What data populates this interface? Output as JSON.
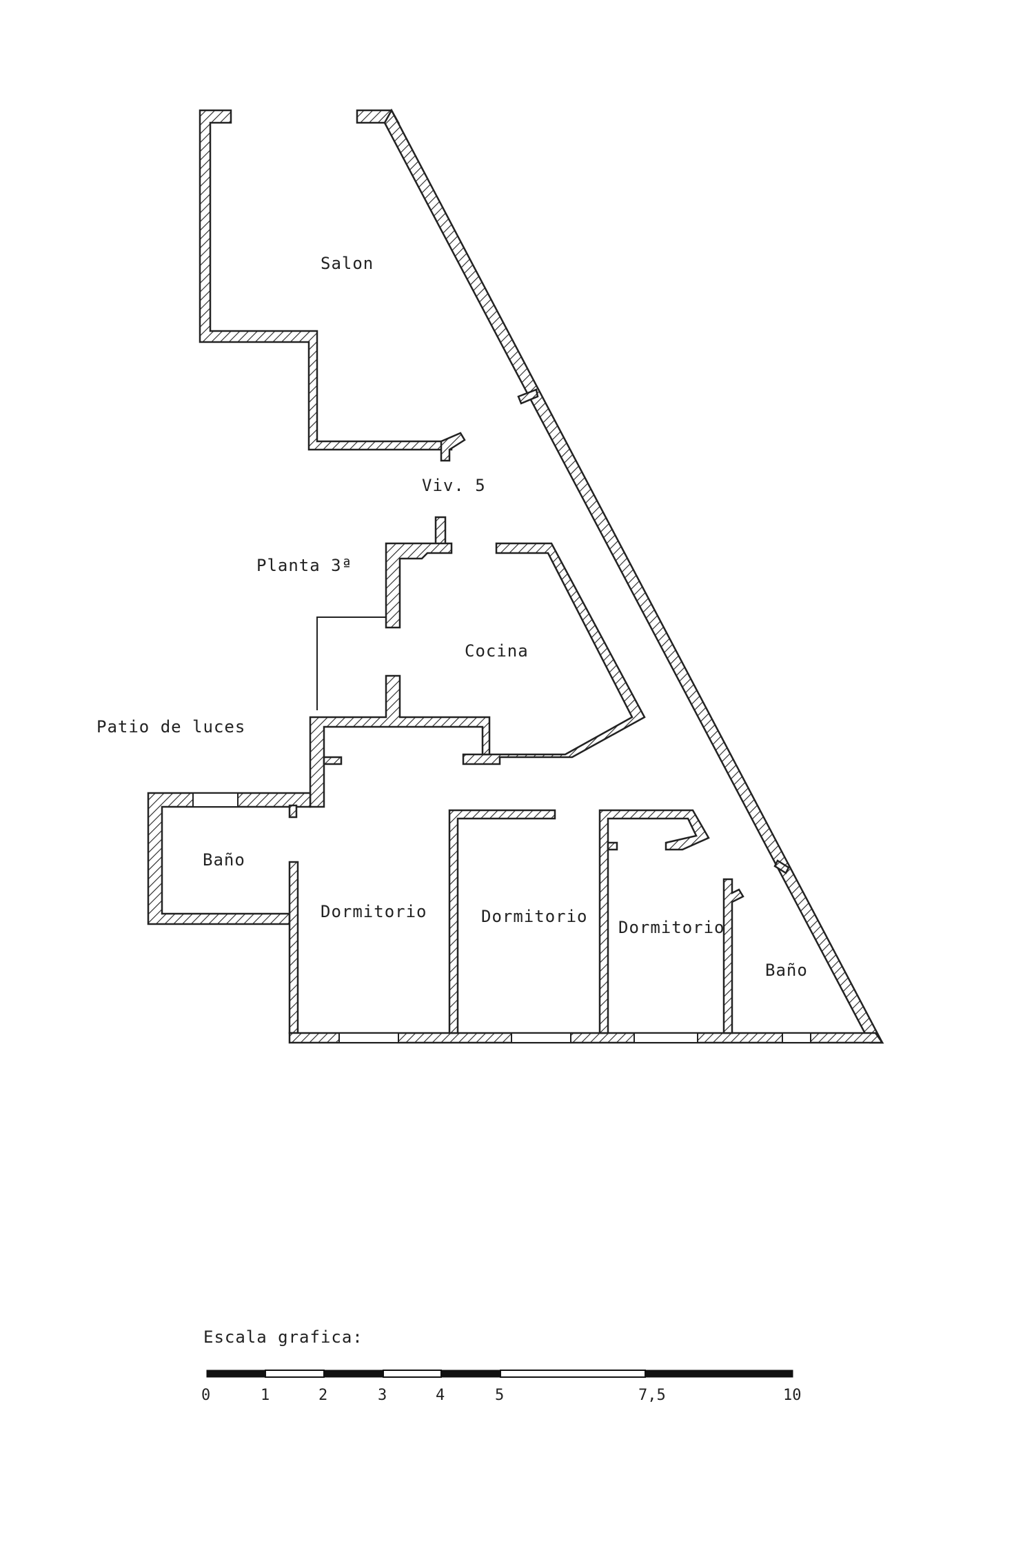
{
  "rooms": {
    "salon": "Salon",
    "unit": "Viv. 5",
    "floor": "Planta 3ª",
    "kitchen": "Cocina",
    "light_well": "Patio de luces",
    "bath_left": "Baño",
    "bedroom_1": "Dormitorio",
    "bedroom_2": "Dormitorio",
    "bedroom_3": "Dormitorio",
    "bath_right": "Baño"
  },
  "scale": {
    "title": "Escala grafica:",
    "ticks": [
      "0",
      "1",
      "2",
      "3",
      "4",
      "5",
      "7,5",
      "10"
    ]
  },
  "colors": {
    "line": "#222222",
    "background": "#ffffff"
  }
}
